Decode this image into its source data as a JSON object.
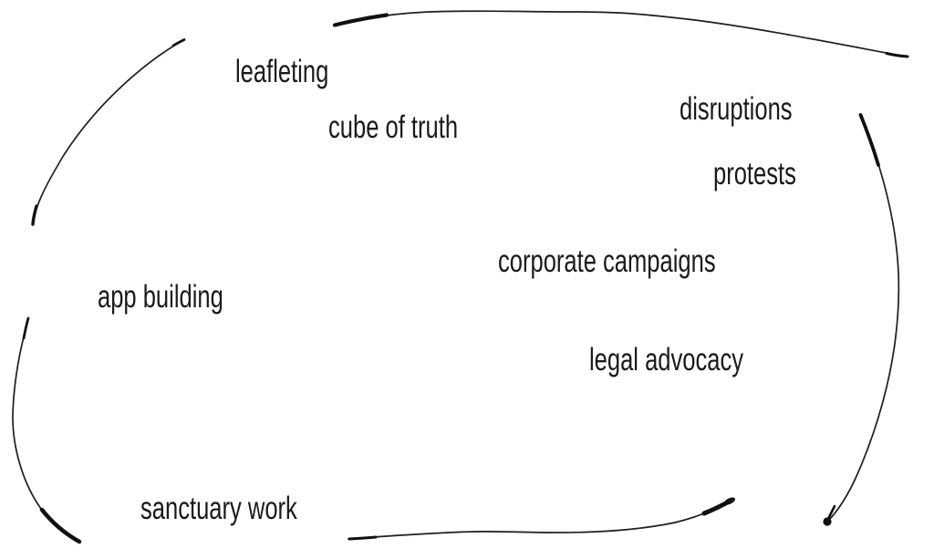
{
  "canvas": {
    "background_color": "#ffffff",
    "ink_color": "#1a1a1a"
  },
  "items": [
    {
      "id": "leafleting",
      "label": "leafleting"
    },
    {
      "id": "cube-of-truth",
      "label": "cube of truth"
    },
    {
      "id": "disruptions",
      "label": "disruptions"
    },
    {
      "id": "protests",
      "label": "protests"
    },
    {
      "id": "corporate-campaigns",
      "label": "corporate campaigns"
    },
    {
      "id": "app-building",
      "label": "app building"
    },
    {
      "id": "legal-advocacy",
      "label": "legal advocacy"
    },
    {
      "id": "sanctuary-work",
      "label": "sanctuary work"
    }
  ]
}
